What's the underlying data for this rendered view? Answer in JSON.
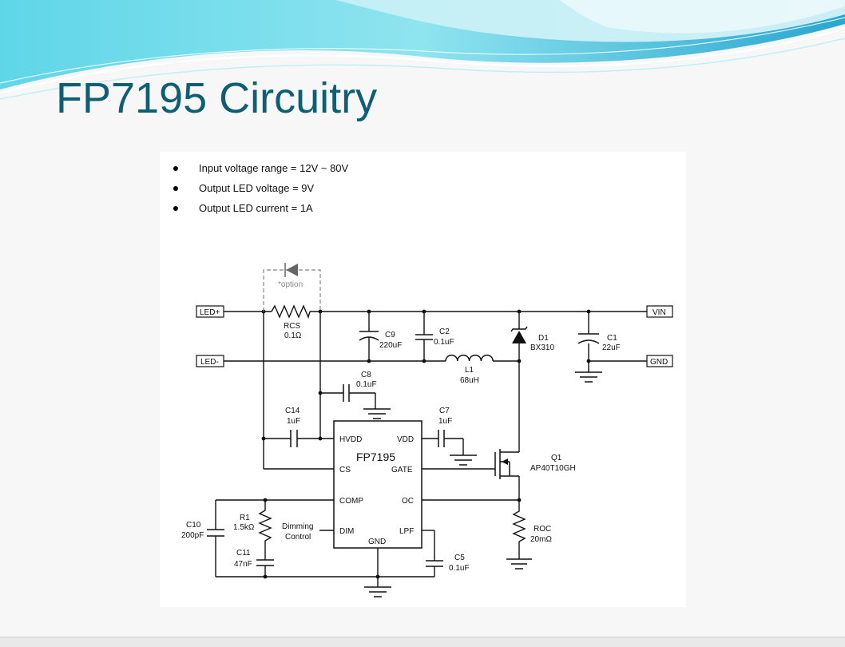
{
  "slide": {
    "title": "FP7195 Circuitry"
  },
  "bullets": [
    "Input voltage range = 12V ~ 80V",
    "Output LED voltage = 9V",
    "Output LED current = 1A"
  ],
  "schematic": {
    "ports": {
      "led_plus": "LED+",
      "led_minus": "LED-",
      "vin": "VIN",
      "gnd": "GND"
    },
    "option_label": "*option",
    "chip": {
      "name": "FP7195",
      "pins": {
        "hvdd": "HVDD",
        "vdd": "VDD",
        "cs": "CS",
        "gate": "GATE",
        "comp": "COMP",
        "oc": "OC",
        "dim": "DIM",
        "lpf": "LPF",
        "gnd": "GND"
      }
    },
    "components": {
      "rcs": {
        "ref": "RCS",
        "value": "0.1Ω"
      },
      "c9": {
        "ref": "C9",
        "value": "220uF"
      },
      "c2": {
        "ref": "C2",
        "value": "0.1uF"
      },
      "d1": {
        "ref": "D1",
        "value": "BX310"
      },
      "c1": {
        "ref": "C1",
        "value": "22uF"
      },
      "l1": {
        "ref": "L1",
        "value": "68uH"
      },
      "c8": {
        "ref": "C8",
        "value": "0.1uF"
      },
      "c14": {
        "ref": "C14",
        "value": "1uF"
      },
      "c7": {
        "ref": "C7",
        "value": "1uF"
      },
      "q1": {
        "ref": "Q1",
        "value": "AP40T10GH"
      },
      "r1": {
        "ref": "R1",
        "value": "1.5kΩ"
      },
      "c10": {
        "ref": "C10",
        "value": "200pF"
      },
      "c11": {
        "ref": "C11",
        "value": "47nF"
      },
      "roc": {
        "ref": "ROC",
        "value": "20mΩ"
      },
      "c5": {
        "ref": "C5",
        "value": "0.1uF"
      }
    },
    "dimming_label": {
      "line1": "Dimming",
      "line2": "Control"
    }
  }
}
